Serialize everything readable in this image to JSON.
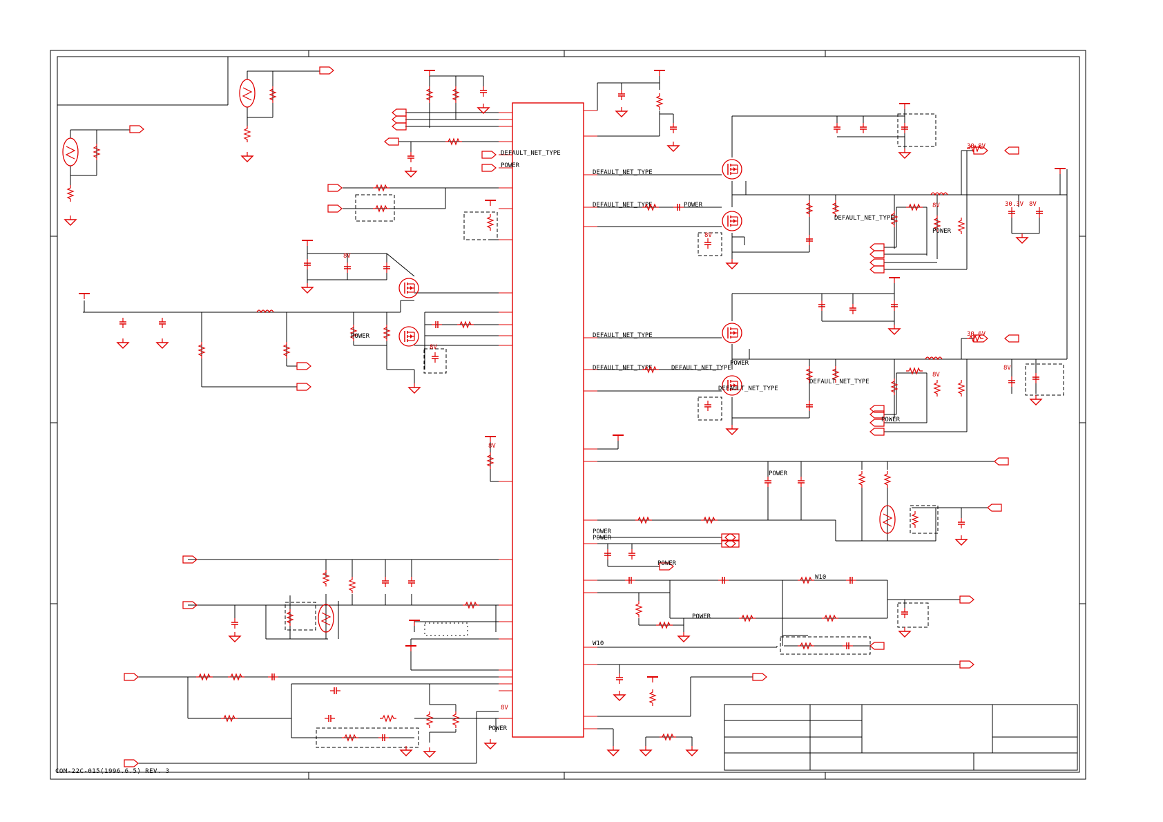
{
  "footer": {
    "text": "COM-22C-015(1996.6.5) REV. 3"
  },
  "colors": {
    "wire": "#000000",
    "component": "#e00000",
    "frame": "#000000",
    "hidden_box": "#000000"
  },
  "ic": {
    "left_pins": [
      {
        "label": "DEFAULT_NET_TYPE"
      },
      {
        "label": "POWER"
      }
    ],
    "right_pins": [
      {
        "label": "DEFAULT_NET_TYPE"
      },
      {
        "label": "DEFAULT_NET_TYPE"
      },
      {
        "label": "DEFAULT_NET_TYPE"
      },
      {
        "label": "DEFAULT_NET_TYPE"
      },
      {
        "label": "POWER"
      },
      {
        "label": "POWER"
      },
      {
        "label": "W10"
      }
    ]
  },
  "labels": {
    "power": "POWER",
    "default_net": "DEFAULT_NET_TYPE",
    "w10": "W10",
    "v30_8": "30.8V",
    "v30_6": "30.6V",
    "sv": "8V",
    "v30_3": "30.3V"
  }
}
